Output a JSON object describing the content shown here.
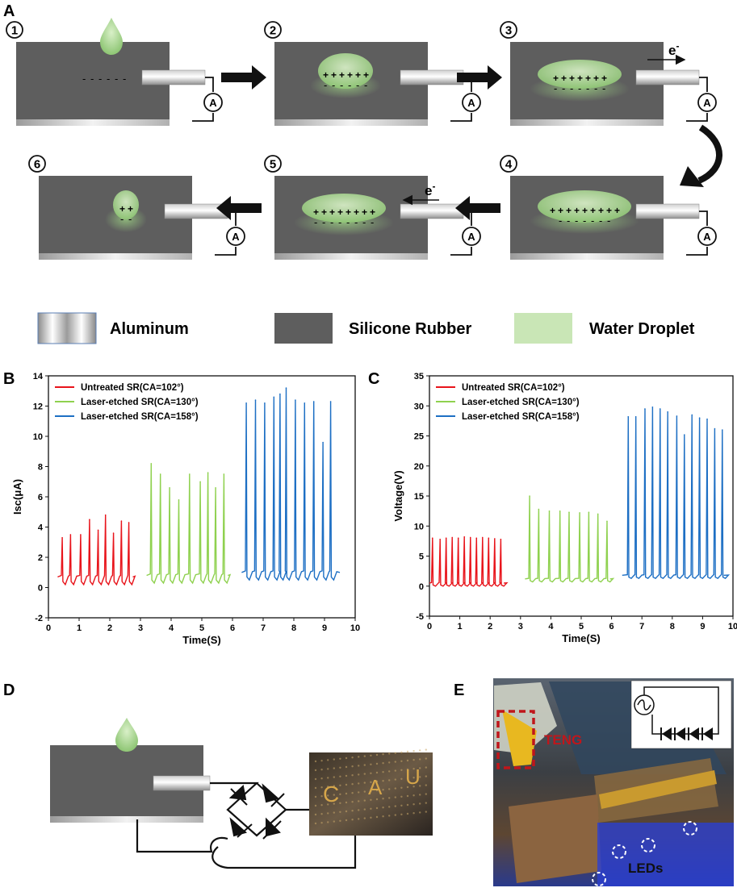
{
  "panels": {
    "a": "A",
    "b": "B",
    "c": "C",
    "d": "D",
    "e": "E"
  },
  "steps": [
    "1",
    "2",
    "3",
    "4",
    "5",
    "6"
  ],
  "electron": "e",
  "electron_sup": "-",
  "ammeter": "A",
  "legend": {
    "aluminum": "Aluminum",
    "silicone": "Silicone Rubber",
    "water": "Water Droplet"
  },
  "photo_d_letters": [
    "C",
    "A",
    "U"
  ],
  "photo_e": {
    "teng": "TENG",
    "leds": "LEDs"
  },
  "colors": {
    "untreated": "#e8141b",
    "laser130": "#8fd14f",
    "laser158": "#1d6fc4",
    "silicone": "#5e5e5e",
    "water": "#c9e6b6",
    "teng_box": "#c0161b"
  },
  "chart_data": [
    {
      "type": "line",
      "xlabel": "Time(S)",
      "ylabel": "Isc(μA)",
      "xlim": [
        0,
        10
      ],
      "ylim": [
        -2,
        14
      ],
      "xticks": [
        "0",
        "1",
        "2",
        "3",
        "4",
        "5",
        "6",
        "7",
        "8",
        "9",
        "10"
      ],
      "yticks": [
        "-2",
        "0",
        "2",
        "4",
        "6",
        "8",
        "10",
        "12",
        "14"
      ],
      "legend_position": "top-left",
      "series": [
        {
          "name": "Untreated SR(CA=102°)",
          "color": "#e8141b",
          "peak_times": [
            0.45,
            0.72,
            1.05,
            1.34,
            1.62,
            1.86,
            2.12,
            2.38,
            2.62
          ],
          "peak_values": [
            3.3,
            3.5,
            3.5,
            4.5,
            3.8,
            4.8,
            3.6,
            4.4,
            4.3
          ],
          "baseline": [
            0.7,
            0.6,
            0.5,
            0.45
          ],
          "t_range": [
            0.3,
            2.75
          ]
        },
        {
          "name": "Laser-etched SR(CA=130°)",
          "color": "#8fd14f",
          "peak_times": [
            3.35,
            3.65,
            3.95,
            4.25,
            4.6,
            4.95,
            5.2,
            5.45,
            5.72
          ],
          "peak_values": [
            8.2,
            7.5,
            6.6,
            5.8,
            7.5,
            7.0,
            7.6,
            6.6,
            7.5
          ],
          "baseline": [
            0.8,
            0.6,
            0.6,
            0.5
          ],
          "t_range": [
            3.2,
            5.85
          ]
        },
        {
          "name": "Laser-etched SR(CA=158°)",
          "color": "#1d6fc4",
          "peak_times": [
            6.45,
            6.75,
            7.05,
            7.35,
            7.55,
            7.75,
            8.05,
            8.35,
            8.65,
            8.95,
            9.2
          ],
          "peak_values": [
            12.2,
            12.4,
            12.2,
            12.6,
            12.8,
            13.2,
            12.4,
            12.2,
            12.3,
            9.6,
            12.3
          ],
          "baseline": [
            1.0,
            0.8,
            0.7,
            0.6
          ],
          "t_range": [
            6.3,
            9.5
          ]
        }
      ]
    },
    {
      "type": "line",
      "xlabel": "Time(S)",
      "ylabel": "Voltage(V)",
      "xlim": [
        0,
        10
      ],
      "ylim": [
        -5,
        35
      ],
      "xticks": [
        "0",
        "1",
        "2",
        "3",
        "4",
        "5",
        "6",
        "7",
        "8",
        "9",
        "10"
      ],
      "yticks": [
        "-5",
        "0",
        "5",
        "10",
        "15",
        "20",
        "25",
        "30",
        "35"
      ],
      "legend_position": "top-left",
      "series": [
        {
          "name": "Untreated SR(CA=102°)",
          "color": "#e8141b",
          "peak_times": [
            0.1,
            0.35,
            0.55,
            0.75,
            0.95,
            1.15,
            1.35,
            1.55,
            1.75,
            1.95,
            2.15,
            2.35
          ],
          "peak_values": [
            8.0,
            7.8,
            8.0,
            8.1,
            8.0,
            8.2,
            8.1,
            8.0,
            8.1,
            8.0,
            7.9,
            7.8
          ],
          "baseline": [
            0.5
          ],
          "t_range": [
            0.0,
            2.45
          ]
        },
        {
          "name": "Laser-etched SR(CA=130°)",
          "color": "#8fd14f",
          "peak_times": [
            3.3,
            3.6,
            3.95,
            4.3,
            4.6,
            4.95,
            5.25,
            5.55,
            5.85
          ],
          "peak_values": [
            15.0,
            12.8,
            12.5,
            12.5,
            12.3,
            12.2,
            12.3,
            12.0,
            10.8
          ],
          "baseline": [
            1.2
          ],
          "t_range": [
            3.15,
            5.95
          ]
        },
        {
          "name": "Laser-etched SR(CA=158°)",
          "color": "#1d6fc4",
          "peak_times": [
            6.55,
            6.8,
            7.1,
            7.35,
            7.6,
            7.85,
            8.15,
            8.4,
            8.65,
            8.9,
            9.15,
            9.4,
            9.65
          ],
          "peak_values": [
            28.2,
            28.2,
            29.5,
            29.8,
            29.5,
            29.0,
            28.3,
            25.2,
            28.5,
            28.0,
            27.8,
            26.2,
            26.0
          ],
          "baseline": [
            1.8
          ],
          "t_range": [
            6.35,
            9.7
          ]
        }
      ]
    }
  ]
}
